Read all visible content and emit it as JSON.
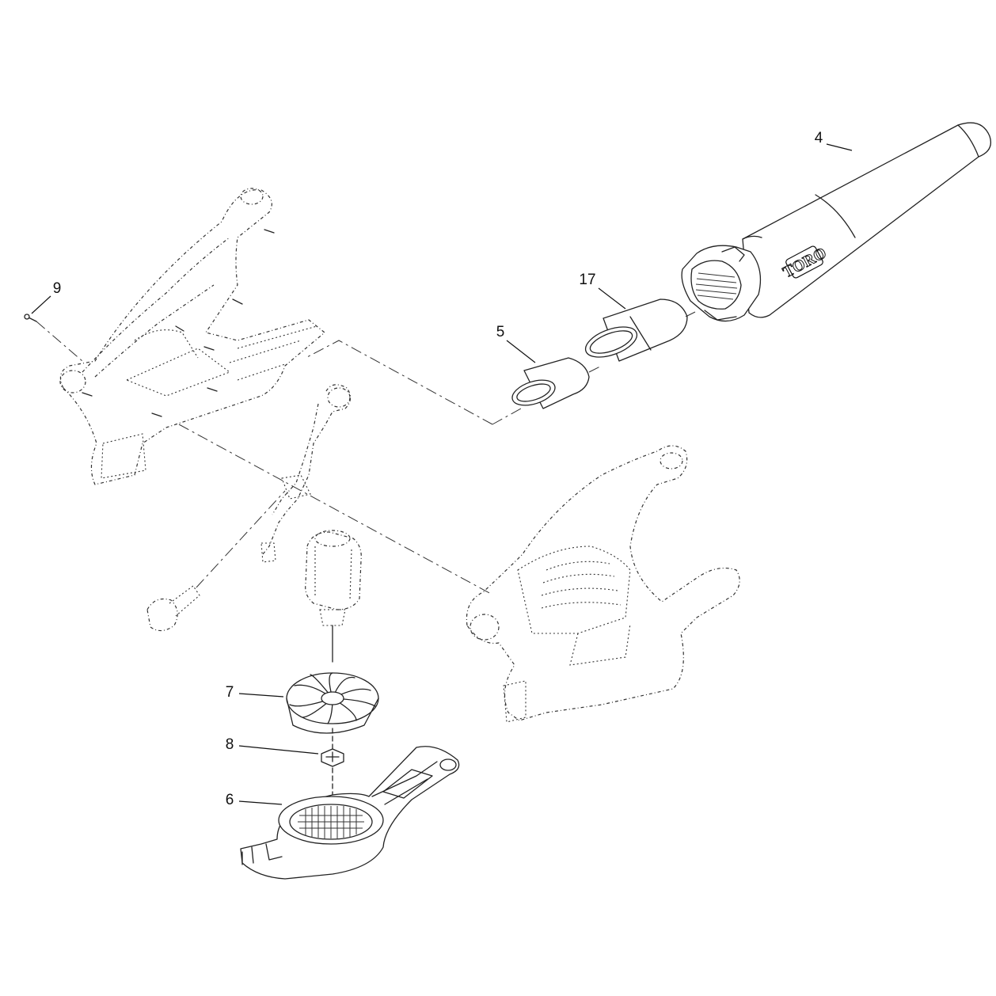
{
  "callouts": {
    "part_4": "4",
    "part_17": "17",
    "part_5": "5",
    "part_9": "9",
    "part_7": "7",
    "part_8": "8",
    "part_6": "6"
  },
  "tube_logo": "TORO"
}
